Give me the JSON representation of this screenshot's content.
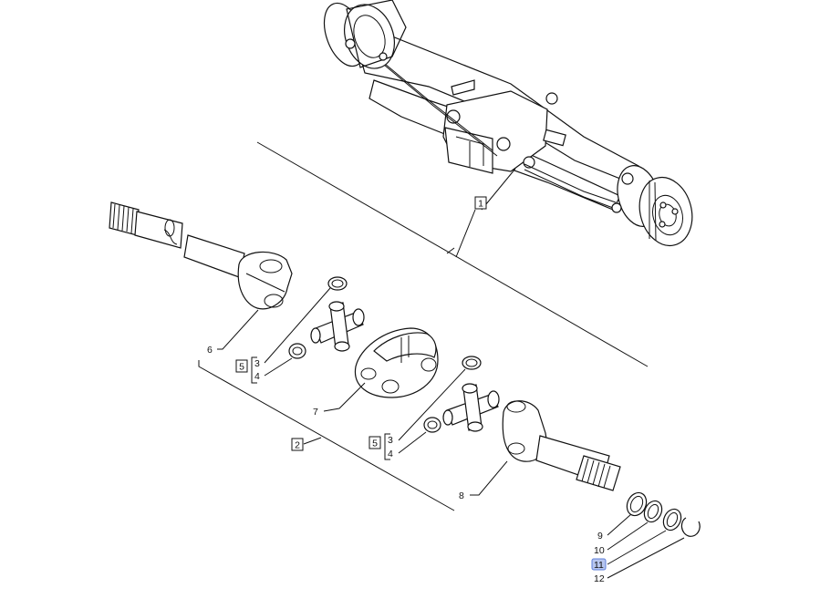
{
  "callouts": {
    "c1": "1",
    "c2": "2",
    "c3a": "3",
    "c3b": "3",
    "c4a": "4",
    "c4b": "4",
    "c5a": "5",
    "c5b": "5",
    "c6": "6",
    "c7": "7",
    "c8": "8",
    "c9": "9",
    "c10": "10",
    "c11": "11",
    "c12": "12"
  },
  "colors": {
    "line": "#111111",
    "highlight_fill": "#b7c6ef",
    "highlight_stroke": "#5e7fd9"
  },
  "selected_callout": "11"
}
